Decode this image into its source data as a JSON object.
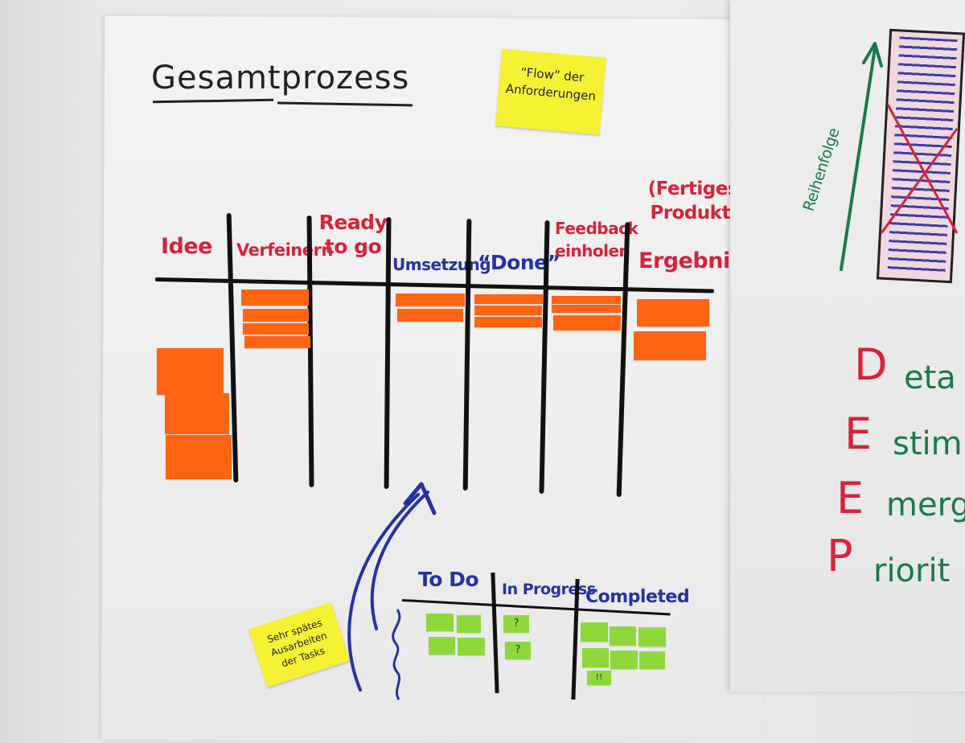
{
  "title": "Gesamtprozess",
  "flow_note": [
    "“Flow” der",
    "Anforderungen"
  ],
  "columns": [
    "Idee",
    "Verfeinern",
    "Ready to go",
    "Umsetzung",
    "“Done”",
    "Feedback einholen",
    "Ergebnis"
  ],
  "ergebnis_note": "(Fertiges Produkt)",
  "task_board": {
    "columns": [
      "To Do",
      "In Progress",
      "Completed"
    ],
    "question_marks": [
      "?",
      "?"
    ],
    "alert": "!!"
  },
  "late_note": [
    "Sehr spätes",
    "Ausarbeiten",
    "der Tasks"
  ],
  "right_sheet": {
    "axis_label": "Reihenfolge",
    "deep_letters": [
      "D",
      "E",
      "E",
      "P"
    ],
    "deep_words": [
      "eta",
      "stim",
      "merg",
      "riorit"
    ]
  },
  "colors": {
    "marker_red": "#d6233a",
    "marker_blue": "#2532a5",
    "marker_green": "#1a7a4a",
    "sticky_orange": "#ff6412",
    "sticky_green": "#8fd83c",
    "sticky_yellow": "#f4f233"
  }
}
